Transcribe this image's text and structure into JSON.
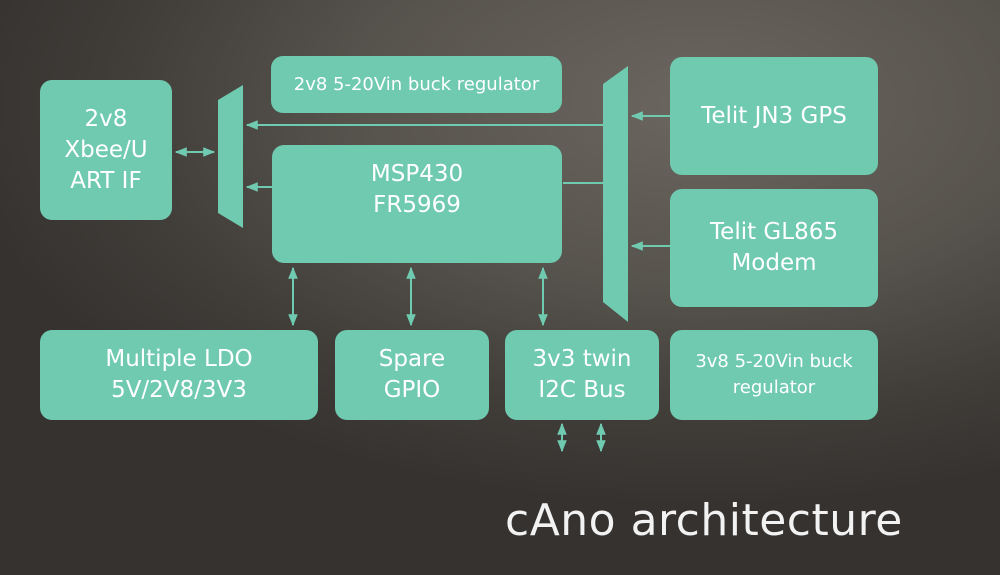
{
  "blocks": {
    "xbee": [
      "2v8",
      "Xbee/U",
      "ART IF"
    ],
    "buck_2v8": [
      "2v8 5-20Vin buck regulator"
    ],
    "mcu": [
      "MSP430",
      "FR5969"
    ],
    "gps": [
      "Telit JN3 GPS"
    ],
    "modem": [
      "Telit GL865",
      "Modem"
    ],
    "ldo": [
      "Multiple LDO",
      "5V/2V8/3V3"
    ],
    "gpio": [
      "Spare",
      "GPIO"
    ],
    "i2c": [
      "3v3 twin",
      "I2C Bus"
    ],
    "buck_3v8": [
      "3v8 5-20Vin buck",
      "regulator"
    ]
  },
  "title": "cAno architecture",
  "colors": {
    "block": "#6fcab0",
    "connector": "#6fcab0",
    "text": "#ffffff"
  }
}
